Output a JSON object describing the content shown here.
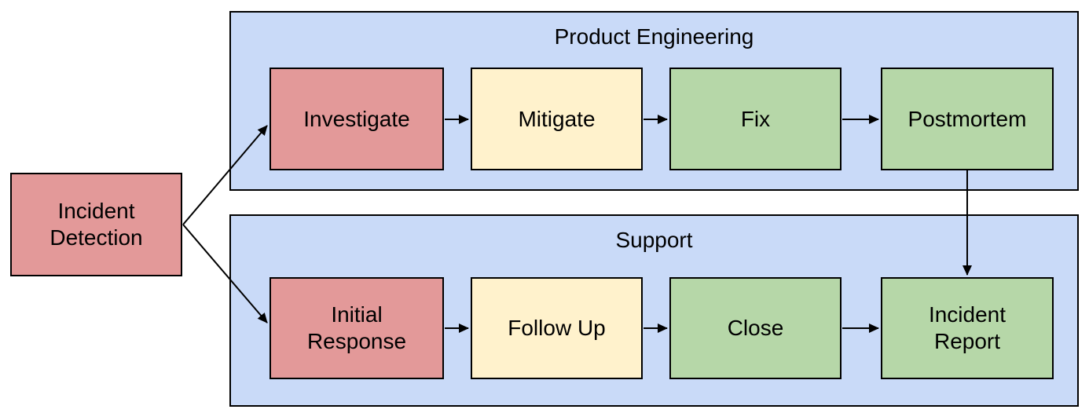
{
  "diagram": {
    "type": "flowchart-swimlanes",
    "background": "#ffffff",
    "colors": {
      "stage_red": "#e39999",
      "stage_yellow": "#fff2cc",
      "stage_green": "#b6d7a8",
      "lane_blue": "#c9daf8",
      "border": "#000000",
      "text": "#000000"
    },
    "lanes": {
      "product_engineering": {
        "title": "Product Engineering"
      },
      "support": {
        "title": "Support"
      }
    },
    "nodes": {
      "incident_detection": {
        "label": "Incident\nDetection",
        "fill": "#e39999"
      },
      "investigate": {
        "label": "Investigate",
        "fill": "#e39999"
      },
      "mitigate": {
        "label": "Mitigate",
        "fill": "#fff2cc"
      },
      "fix": {
        "label": "Fix",
        "fill": "#b6d7a8"
      },
      "postmortem": {
        "label": "Postmortem",
        "fill": "#b6d7a8"
      },
      "initial_response": {
        "label": "Initial\nResponse",
        "fill": "#e39999"
      },
      "follow_up": {
        "label": "Follow Up",
        "fill": "#fff2cc"
      },
      "close": {
        "label": "Close",
        "fill": "#b6d7a8"
      },
      "incident_report": {
        "label": "Incident\nReport",
        "fill": "#b6d7a8"
      }
    },
    "edges": [
      {
        "from": "incident_detection",
        "to": "investigate"
      },
      {
        "from": "incident_detection",
        "to": "initial_response"
      },
      {
        "from": "investigate",
        "to": "mitigate"
      },
      {
        "from": "mitigate",
        "to": "fix"
      },
      {
        "from": "fix",
        "to": "postmortem"
      },
      {
        "from": "postmortem",
        "to": "incident_report"
      },
      {
        "from": "initial_response",
        "to": "follow_up"
      },
      {
        "from": "follow_up",
        "to": "close"
      },
      {
        "from": "close",
        "to": "incident_report"
      }
    ]
  }
}
